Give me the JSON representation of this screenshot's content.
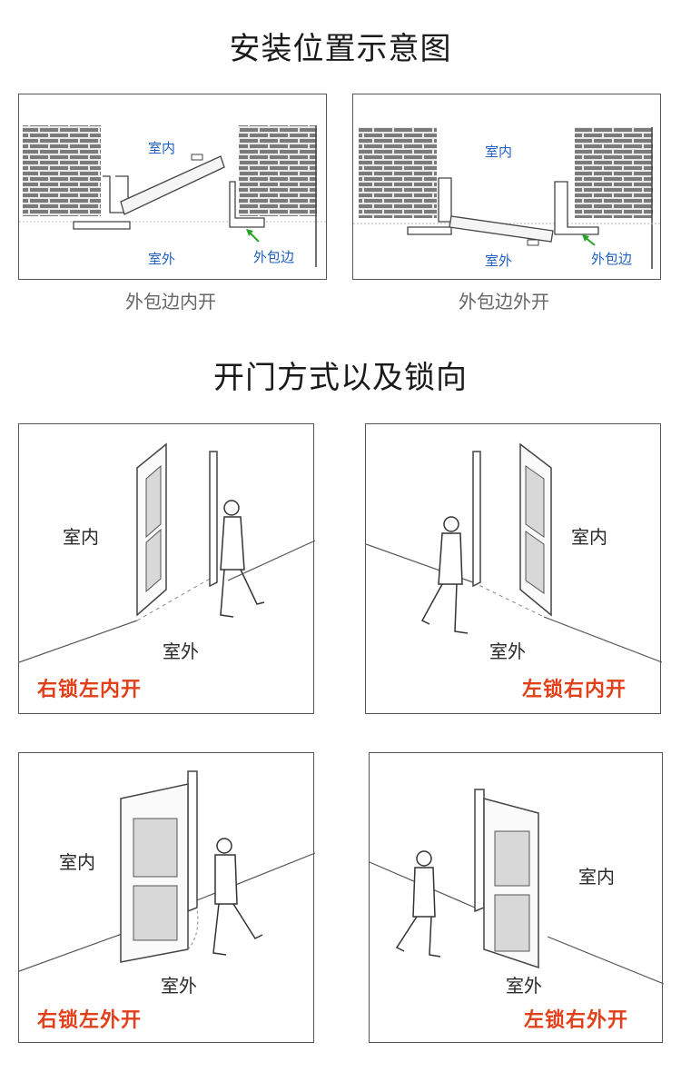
{
  "section1": {
    "title": "安装位置示意图",
    "panels": [
      {
        "caption": "外包边内开",
        "indoor": "室内",
        "outdoor": "室外",
        "edge": "外包边"
      },
      {
        "caption": "外包边外开",
        "indoor": "室内",
        "outdoor": "室外",
        "edge": "外包边"
      }
    ]
  },
  "section2": {
    "title": "开门方式以及锁向",
    "panels": [
      {
        "indoor": "室内",
        "outdoor": "室外",
        "label": "右锁左内开"
      },
      {
        "indoor": "室内",
        "outdoor": "室外",
        "label": "左锁右内开"
      },
      {
        "indoor": "室内",
        "outdoor": "室外",
        "label": "右锁左外开"
      },
      {
        "indoor": "室内",
        "outdoor": "室外",
        "label": "左锁右外开"
      }
    ]
  },
  "colors": {
    "blue": "#1f5fbf",
    "red": "#e0401a",
    "green_arrow": "#2aa52a",
    "brick": "#7a7a7a"
  }
}
